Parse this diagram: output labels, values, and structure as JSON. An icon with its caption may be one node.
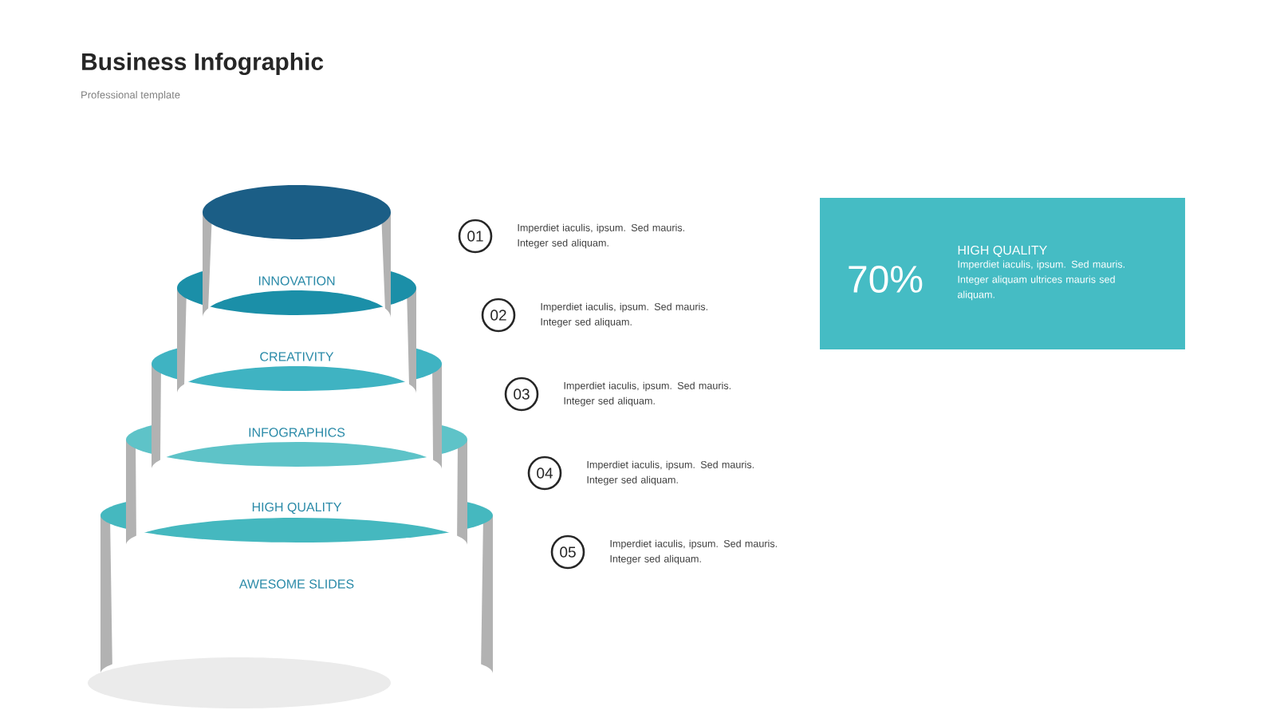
{
  "diagram": {
    "title": "Business Infographic",
    "nodes": [
      {
        "text": [
          "INNOVATION"
        ]
      },
      {
        "text": [
          "CREATIVITY"
        ]
      },
      {
        "text": [
          "INFOGRAPHICS"
        ]
      },
      {
        "text": [
          "HIGH QUALITY"
        ]
      },
      {
        "text": [
          "AWESOME SLIDES"
        ]
      },
      {
        "text": [
          "01"
        ],
        "beside": [
          "Imperdiet iaculis, ipsum. Sed mauris. Integer sed aliquam."
        ]
      },
      {
        "text": [
          "02"
        ],
        "beside": [
          "Imperdiet iaculis, ipsum. Sed mauris. Integer sed aliquam."
        ]
      },
      {
        "text": [
          "03"
        ],
        "beside": [
          "Imperdiet iaculis, ipsum. Sed mauris. Integer sed aliquam."
        ]
      },
      {
        "text": [
          "04"
        ],
        "beside": [
          "Imperdiet iaculis, ipsum. Sed mauris. Integer sed aliquam."
        ]
      },
      {
        "text": [
          "05"
        ],
        "beside": [
          "Imperdiet iaculis, ipsum. Sed mauris. Integer sed aliquam."
        ]
      },
      {
        "text": [
          "70%",
          "HIGH QUALITY",
          "Imperdiet iaculis, ipsum. Sed mauris. Integer aliquam ultrices mauris sed aliquam."
        ]
      }
    ],
    "labels": [
      "Professional template"
    ]
  }
}
